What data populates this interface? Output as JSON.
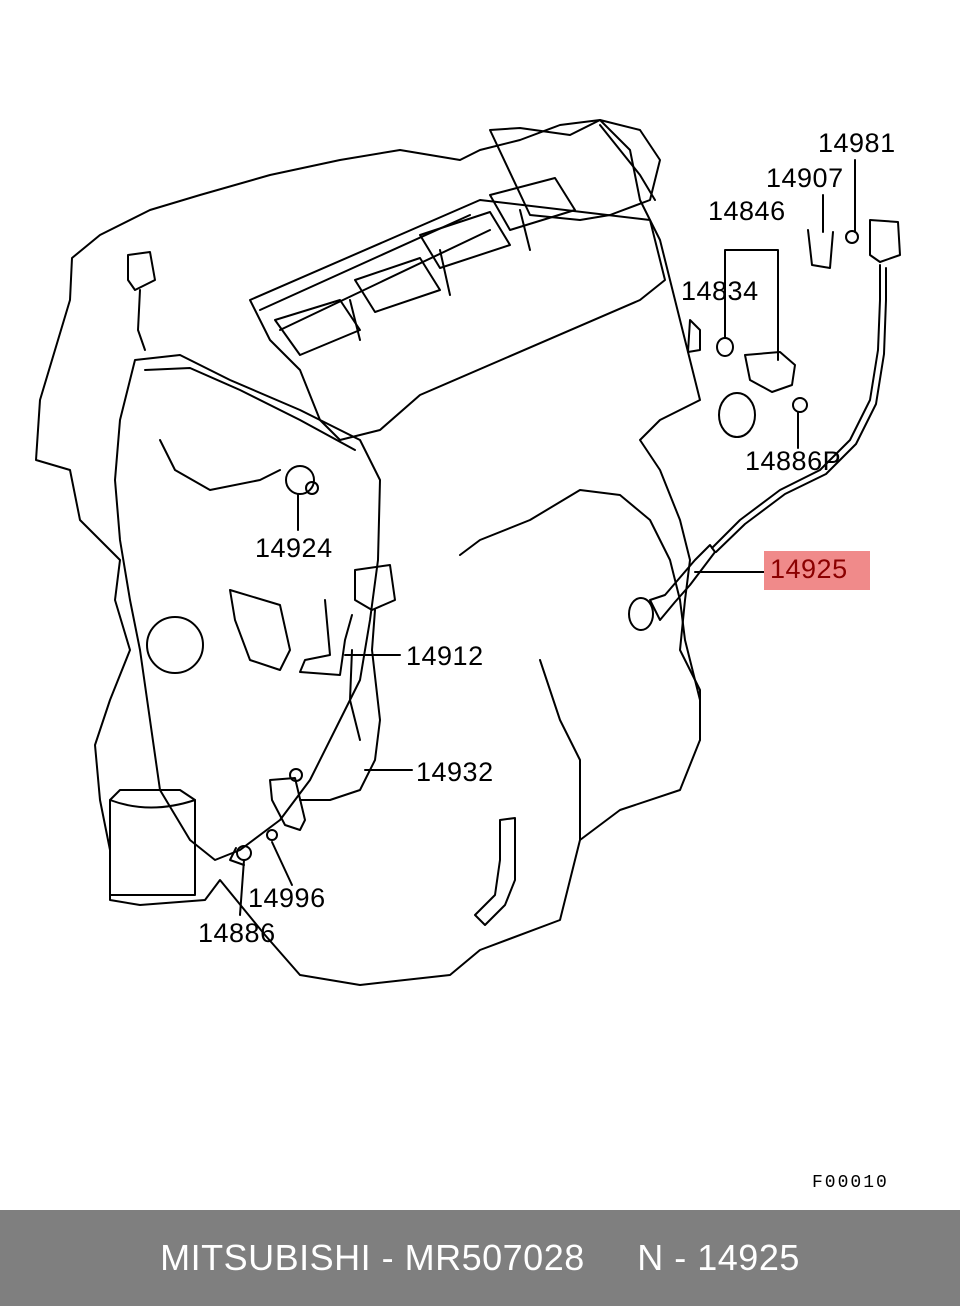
{
  "diagram": {
    "highlight_color": "#f08a8a",
    "highlight_text_color": "#8b0000",
    "labels": [
      {
        "id": "14981",
        "text": "14981"
      },
      {
        "id": "14907",
        "text": "14907"
      },
      {
        "id": "14846",
        "text": "14846"
      },
      {
        "id": "14834",
        "text": "14834"
      },
      {
        "id": "14886P",
        "text": "14886P"
      },
      {
        "id": "14925",
        "text": "14925",
        "highlighted": true
      },
      {
        "id": "14924",
        "text": "14924"
      },
      {
        "id": "14912",
        "text": "14912"
      },
      {
        "id": "14932",
        "text": "14932"
      },
      {
        "id": "14996",
        "text": "14996"
      },
      {
        "id": "14886",
        "text": "14886"
      }
    ],
    "figure_code": "F00010"
  },
  "footer": {
    "background": "#7f7f7f",
    "text": "MITSUBISHI - MR507028     N - 14925"
  }
}
